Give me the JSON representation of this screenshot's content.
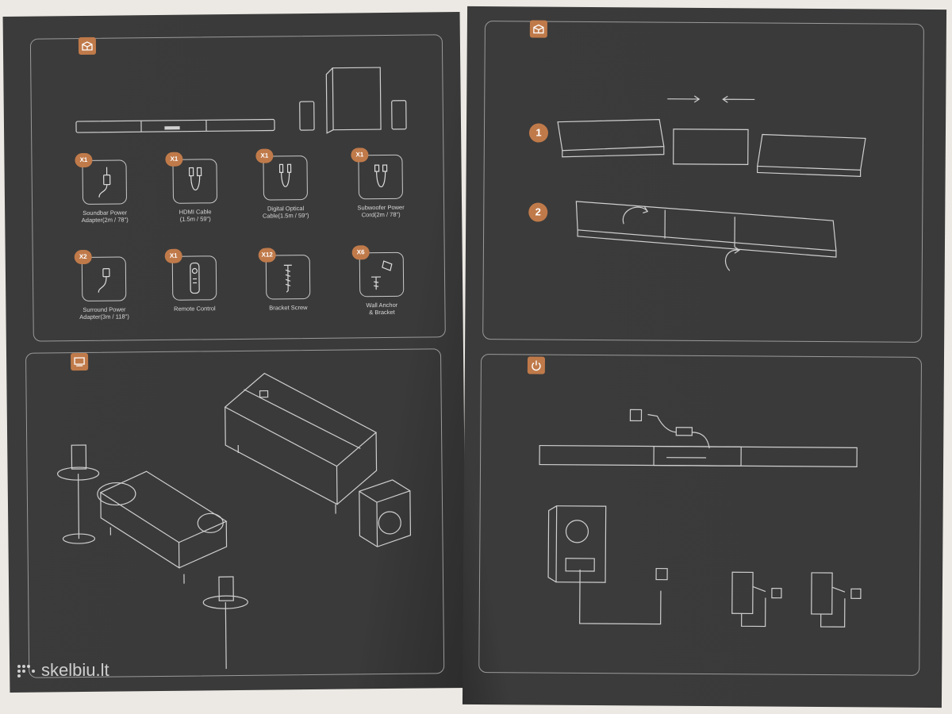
{
  "accent_color": "#c07a4a",
  "page_color": "#3a3a3a",
  "line_color": "#c9c9c9",
  "watermark": {
    "text": "skelbiu.lt"
  },
  "left_page": {
    "box_contents": {
      "badge_icon": "package-icon",
      "items": [
        {
          "qty": "X1",
          "label": "Soundbar Power\nAdapter(2m / 78\")",
          "icon": "power-adapter-icon"
        },
        {
          "qty": "X1",
          "label": "HDMI Cable\n(1.5m / 59\")",
          "icon": "hdmi-cable-icon"
        },
        {
          "qty": "X1",
          "label": "Digital Optical\nCable(1.5m / 59\")",
          "icon": "optical-cable-icon"
        },
        {
          "qty": "X1",
          "label": "Subwoofer Power\nCord(2m / 78\")",
          "icon": "power-cord-icon"
        },
        {
          "qty": "X2",
          "label": "Surround Power\nAdapter(3m / 118\")",
          "icon": "surround-adapter-icon"
        },
        {
          "qty": "X1",
          "label": "Remote Control",
          "icon": "remote-control-icon"
        },
        {
          "qty": "X12",
          "label": "Bracket Screw",
          "icon": "screw-icon"
        },
        {
          "qty": "X6",
          "label": "Wall Anchor\n& Bracket",
          "icon": "wall-anchor-icon"
        }
      ]
    },
    "placement": {
      "badge_icon": "tv-icon"
    }
  },
  "right_page": {
    "assembly": {
      "badge_icon": "package-icon",
      "steps": [
        {
          "number": "1"
        },
        {
          "number": "2"
        }
      ]
    },
    "power": {
      "badge_icon": "power-icon"
    }
  }
}
